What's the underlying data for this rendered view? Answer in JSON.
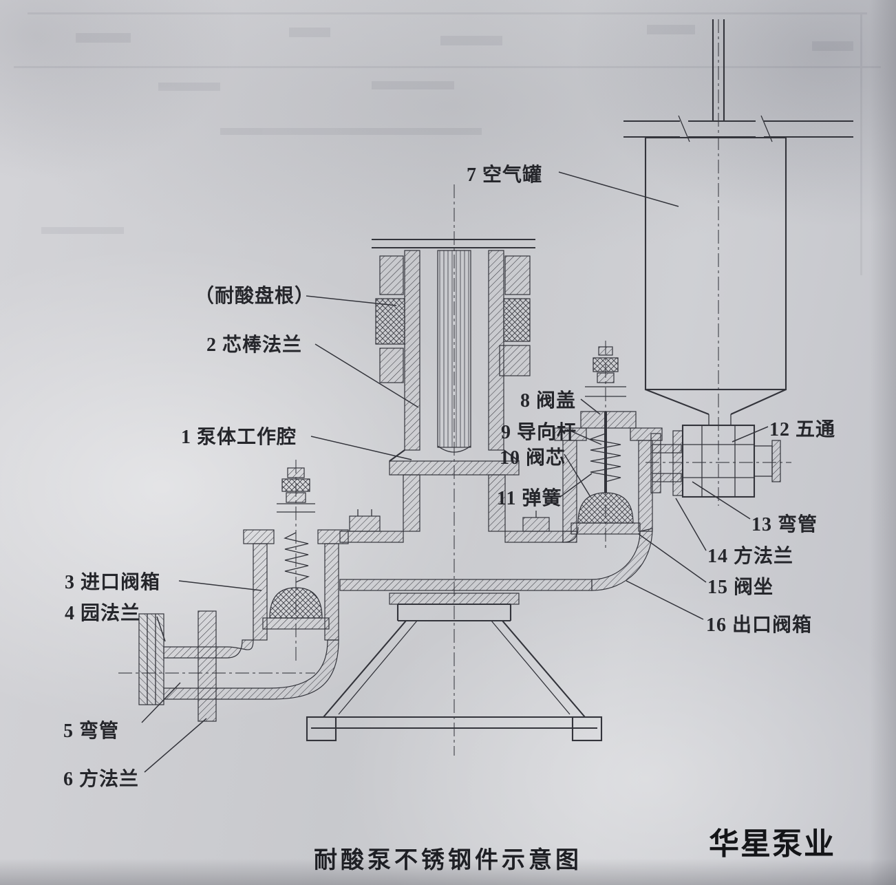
{
  "document": {
    "title": "耐酸泵不锈钢件示意图",
    "watermark": "华星泵业"
  },
  "labels": {
    "packing": "（耐酸盘根）",
    "core_rod_flange": "2 芯棒法兰",
    "pump_chamber": "1 泵体工作腔",
    "inlet_valve_box": "3 进口阀箱",
    "round_flange": "4 园法兰",
    "bend_pipe_5": "5 弯管",
    "square_flange_6": "6 方法兰",
    "air_tank": "7 空气罐",
    "valve_cover": "8 阀盖",
    "guide_rod": "9 导向杆",
    "valve_core": "10 阀芯",
    "spring": "11 弹簧",
    "five_way": "12 五通",
    "bend_pipe_13": "13 弯管",
    "square_flange_14": "14 方法兰",
    "valve_seat": "15 阀坐",
    "outlet_valve_box": "16 出口阀箱"
  }
}
